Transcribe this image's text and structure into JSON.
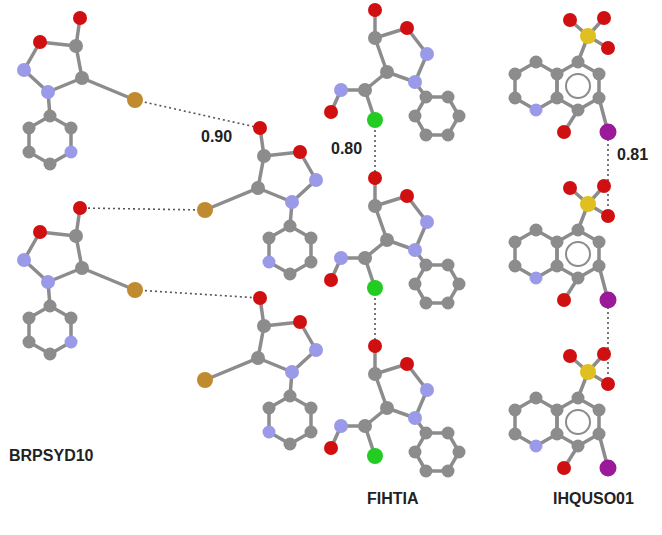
{
  "diagram": {
    "labels": [
      "0.90",
      "0.80",
      "0.81",
      "BRPSYD10",
      "FIHTIA",
      "IHQUSO01"
    ]
  }
}
